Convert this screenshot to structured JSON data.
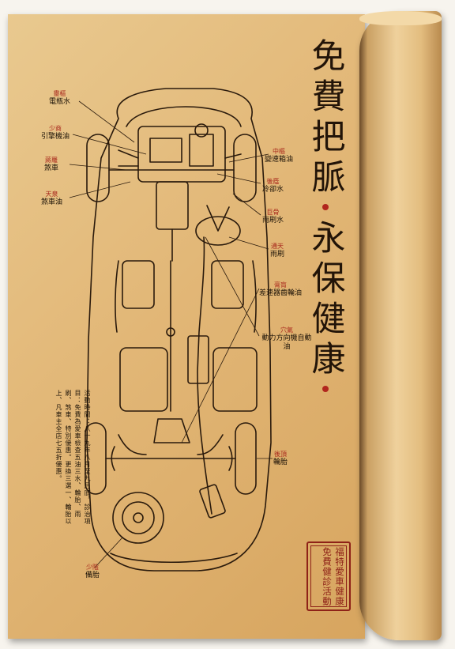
{
  "headline": {
    "line1": "免費把脈",
    "line2": "永保健康"
  },
  "labels": [
    {
      "id": "radiator-water",
      "red": "靈樞",
      "black": "電瓶水"
    },
    {
      "id": "engine-oil",
      "red": "少商",
      "black": "引擎機油"
    },
    {
      "id": "brake",
      "red": "蔣羅",
      "black": "煞車"
    },
    {
      "id": "brake-fluid",
      "red": "天泉",
      "black": "煞車油"
    },
    {
      "id": "transmission-oil",
      "red": "中樞",
      "black": "變速箱油"
    },
    {
      "id": "coolant",
      "red": "後蔭",
      "black": "冷卻水"
    },
    {
      "id": "wiper-fluid",
      "red": "巨骨",
      "black": "雨刷水"
    },
    {
      "id": "wipers",
      "red": "通天",
      "black": "雨刷"
    },
    {
      "id": "gear-oil",
      "red": "膏肓",
      "black": "差速器齒輪油"
    },
    {
      "id": "power-steering",
      "red": "穴氣",
      "black": "動力方向機自動油"
    },
    {
      "id": "rear-tire",
      "red": "後頂",
      "black": "輪胎"
    },
    {
      "id": "spare-tire",
      "red": "少陰",
      "black": "備胎"
    }
  ],
  "body_text": "活動時間：八十九年八月至九月底，診治項目：免費為愛車檢查五油三水、輪胎、雨刷、煞車、特別優惠。更換三選一、輪胎以上、凡車主全店七五折優惠。",
  "seal": {
    "text": "福特愛車健康免費健診活動"
  },
  "colors": {
    "paper": "#e2b777",
    "ink": "#1e1408",
    "accent_red": "#a8281c"
  }
}
